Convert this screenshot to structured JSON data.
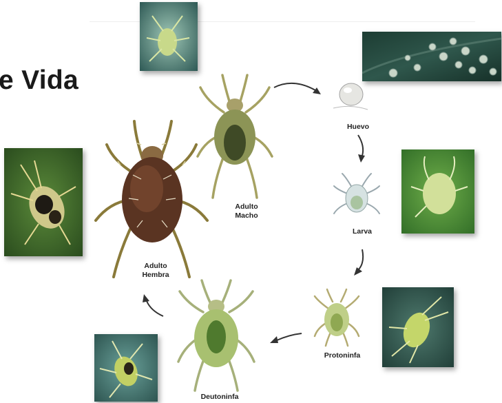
{
  "title": "e Vida",
  "stages": {
    "huevo": "Huevo",
    "larva": "Larva",
    "protoninfa": "Protoninfa",
    "deutoninfa": "Deutoninfa",
    "adulto_hembra_line1": "Adulto",
    "adulto_hembra_line2": "Hembra",
    "adulto_macho_line1": "Adulto",
    "adulto_macho_line2": "Macho"
  },
  "colors": {
    "female_body": "#5a3422",
    "male_body": "#6b7a3c",
    "nymph_body": "#8fb45a",
    "leaf_green": "#3d6b2a",
    "arrow": "#333333"
  },
  "icons": [
    "arrow-cycle",
    "mite-illustration",
    "mite-photo",
    "egg-photo"
  ]
}
